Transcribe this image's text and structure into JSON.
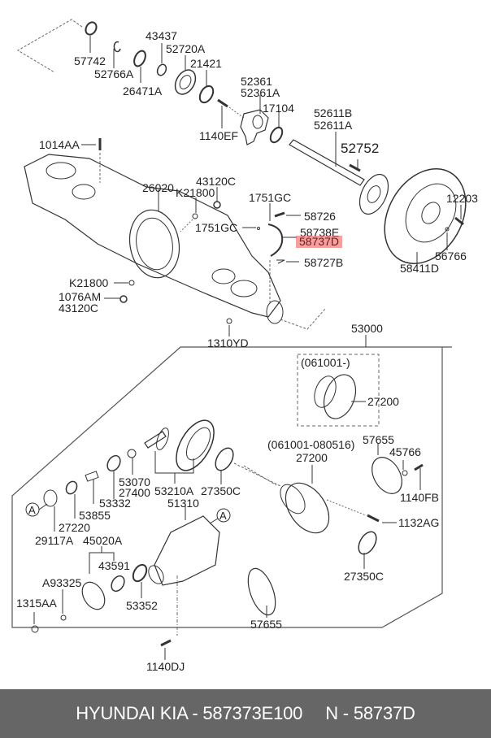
{
  "diagram": {
    "title": "Rear axle / differential parts diagram",
    "highlighted_part": "58737D",
    "highlight_color": "#f05050",
    "labels": {
      "p57742": "57742",
      "p52766A": "52766A",
      "p26471A": "26471A",
      "p43437": "43437",
      "p52720A": "52720A",
      "p21421": "21421",
      "p1140EF": "1140EF",
      "p52361": "52361",
      "p52361A": "52361A",
      "p17104": "17104",
      "p52611B": "52611B",
      "p52611A": "52611A",
      "p52752": "52752",
      "p1014AA": "1014AA",
      "p26020": "26020",
      "pK21800a": "K21800",
      "p43120Ca": "43120C",
      "p1751GCa": "1751GC",
      "p1751GCb": "1751GC",
      "p58726": "58726",
      "p58738E": "58738E",
      "p58737D": "58737D",
      "p58727B": "58727B",
      "p12203": "12203",
      "p56766": "56766",
      "p58411D": "58411D",
      "pK21800b": "K21800",
      "p1076AM": "1076AM",
      "p43120Cb": "43120C",
      "p1310YD": "1310YD",
      "p53000": "53000",
      "p061001": "(061001-)",
      "p27200a": "27200",
      "p061001_080516": "(061001-080516)",
      "p27200b": "27200",
      "p57655a": "57655",
      "p45766": "45766",
      "p1140FB": "1140FB",
      "p1132AG": "1132AG",
      "p27350Ca": "27350C",
      "p27350Cb": "27350C",
      "p53070": "53070",
      "p27400": "27400",
      "p53210A": "53210A",
      "p51310": "51310",
      "p53332": "53332",
      "p53855": "53855",
      "p27220": "27220",
      "p29117A": "29117A",
      "p45020A": "45020A",
      "p43591": "43591",
      "pA93325": "A93325",
      "p1315AA": "1315AA",
      "p53352": "53352",
      "p57655b": "57655",
      "p1140DJ": "1140DJ",
      "markerA1": "A",
      "markerA2": "A"
    }
  },
  "footer": {
    "brand_text": "HYUNDAI  KIA - 587373E100",
    "number_text": "N - 58737D"
  }
}
